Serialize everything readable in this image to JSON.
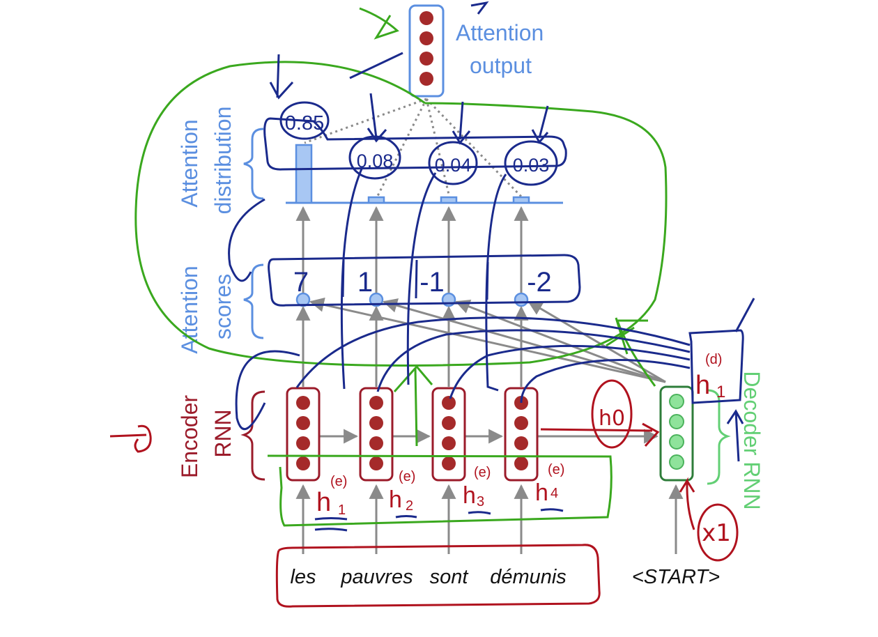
{
  "labels": {
    "attention_output": [
      "Attention",
      "output"
    ],
    "attention_distribution": [
      "Attention",
      "distribution"
    ],
    "attention_scores": [
      "Attention",
      "scores"
    ],
    "encoder_rnn": [
      "Encoder",
      "RNN"
    ],
    "decoder_rnn": "Decoder RNN"
  },
  "source_words": [
    "les",
    "pauvres",
    "sont",
    "démunis"
  ],
  "decoder_input": "<START>",
  "annotations": {
    "scores": [
      "7",
      "1",
      "-1",
      "-2"
    ],
    "distribution": [
      "0.85",
      "0.08",
      "0.04",
      "0.03"
    ],
    "encoder_states": [
      {
        "base": "h",
        "sub": "1",
        "sup": "(e)"
      },
      {
        "base": "h",
        "sub": "2",
        "sup": "(e)"
      },
      {
        "base": "h",
        "sub": "3",
        "sup": "(e)"
      },
      {
        "base": "h",
        "sub": "4",
        "sup": "(e)"
      }
    ],
    "decoder_state": {
      "base": "h",
      "sub": "1",
      "sup": "(d)"
    },
    "h0": "h0",
    "x1": "x1"
  },
  "colors": {
    "encoder": "#9b1b2a",
    "encoder_fill": "#a52a2a",
    "decoder": "#62cf74",
    "attention": "#5b8fe0",
    "ink_blue": "#1a2a8c",
    "ink_green": "#3aa81e",
    "ink_red": "#b0121e",
    "arrow_gray": "#8a8a8a"
  }
}
